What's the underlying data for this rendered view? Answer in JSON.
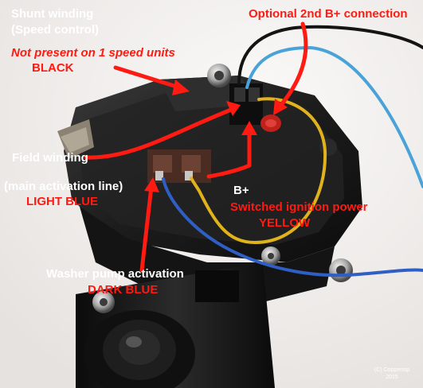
{
  "labels": {
    "shunt_title": "Shunt winding",
    "shunt_sub": "(Speed control)",
    "shunt_note": "Not present on 1 speed units",
    "shunt_color": "BLACK",
    "optional": "Optional 2nd B+ connection",
    "field_title": "Field winding",
    "field_sub": "(main activation line)",
    "field_color": "LIGHT BLUE",
    "bplus": "B+",
    "bplus_sub": "Switched ignition power",
    "bplus_color": "YELLOW",
    "washer": "Washer pump activation",
    "washer_color": "DARK BLUE",
    "copyright_line1": "(C) Coppertop",
    "copyright_line2": "2015"
  },
  "colors": {
    "annotation_red": "#ff1a12",
    "annotation_white": "#ffffff",
    "wire_black": "#141414",
    "wire_light_blue": "#4aa3d8",
    "wire_yellow": "#e0b21c",
    "wire_dark_blue": "#2f5fc4",
    "motor_body": "#1c1c1c"
  }
}
